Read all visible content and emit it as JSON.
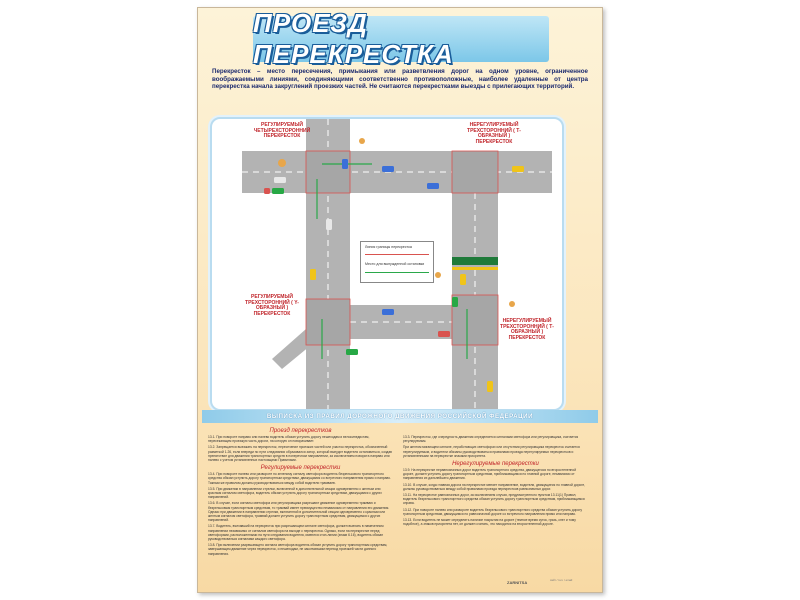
{
  "poster": {
    "title": "ПРОЕЗД ПЕРЕКРЕСТКА",
    "intro": "Перекресток – место пересечения, примыкания или разветвления дорог на одном уровне, ограниченное воображаемыми линиями, соединяющими соответственно противоположные, наиболее удаленные от центра перекрестка начала закруглений проезжих частей. Не считаются перекрестками выезды с прилегающих территорий.",
    "labels": {
      "regulated_four": "РЕГУЛИРУЕМЫЙ ЧЕТЫРЕХСТОРОННИЙ ПЕРЕКРЕСТОК",
      "unregulated_t": "НЕРЕГУЛИРУЕМЫЙ ТРЕХСТОРОННИЙ ( Т-ОБРАЗНЫЙ ) ПЕРЕКРЕСТОК",
      "regulated_y": "РЕГУЛИРУЕМЫЙ ТРЕХСТОРОННИЙ ( Y-ОБРАЗНЫЙ ) ПЕРЕКРЕСТОК",
      "unregulated_t2": "НЕРЕГУЛИРУЕМЫЙ ТРЕХСТОРОННИЙ ( Т-ОБРАЗНЫЙ ) ПЕРЕКРЕСТОК"
    },
    "legend": {
      "line1": "Линия границы перекрестка",
      "line2": "Место для вынужденной остановки"
    },
    "band": "ВЫПИСКА ИЗ ПРАВИЛ ДОРОЖНОГО ДВИЖЕНИЯ РОССИЙСКОЙ ФЕДЕРАЦИИ",
    "left_col": {
      "heading": "Проезд перекрестков",
      "p1": "13.1. При повороте направо или налево водитель обязан уступить дорогу пешеходам и велосипедистам, пересекающим проезжую часть дороги, на которую он поворачивает.",
      "p2": "13.2. Запрещается выезжать на перекресток, пересечение проезжих частей или участок перекрестка, обозначенный разметкой 1.26, если впереди по пути следования образовался затор, который вынудит водителя остановиться, создав препятствие для движения транспортных средств в поперечном направлении, за исключением поворота направо или налево с учетом установленных настоящими Правилами.",
      "heading2": "Регулируемые перекрестки",
      "p3": "13.4. При повороте налево или развороте по зеленому сигналу светофора водитель безрельсового транспортного средства обязан уступить дорогу транспортным средствам, движущимся со встречного направления прямо и направо. Такным же правилом должны руководствоваться между собой водители трамваев.",
      "p4": "13.5. При движении в направлении стрелки, включенной в дополнительной секции одновременно с желтым или красным сигналом светофора, водитель обязан уступить дорогу транспортным средствам, движущимся с других направлений.",
      "p5": "13.6. В случае, если сигналы светофора или регулировщика разрешают движение одновременно трамваю и безрельсовым транспортным средствам, то трамвай имеет преимущество независимо от направления его движения. Однако при движении в направлении стрелки, включенной в дополнительной секции одновременно с красным или желтым сигналом светофора, трамвай должен уступить дорогу транспортным средствам, движущимся с других направлений.",
      "p6": "13.7. Водитель, въехавший на перекресток при разрешающем сигнале светофора, должен выехать в намеченном направлении независимо от сигналов светофора на выходе с перекрестка. Однако, если на перекрестке перед светофорами, расположенными на пути следования водителя, имеются стоп-линии (знаки 6.16), водитель обязан руководствоваться сигналами каждого светофора.",
      "p7": "13.8. При включении разрешающего сигнала светофора водитель обязан уступить дорогу транспортным средствам, завершающим движение через перекресток, и пешеходам, не закончившим переход проезжей части данного направления."
    },
    "right_col": {
      "p1": "13.3. Перекресток, где очередность движения определяется сигналами светофора или регулировщика, считается регулируемым.",
      "p2": "При желтом мигающем сигнале, неработающих светофорах или отсутствии регулировщика перекресток считается нерегулируемым, и водители обязаны руководствоваться правилами проезда нерегулируемых перекрестков и установленными на перекрестке знаками приоритета.",
      "heading": "Нерегулируемые перекрестки",
      "p3": "13.9. На перекрестке неравнозначных дорог водитель транспортного средства, движущегося по второстепенной дороге, должен уступить дорогу транспортным средствам, приближающимся по главной дороге, независимо от направления их дальнейшего движения.",
      "p4": "13.10. В случае, когда главная дорога на перекрестке меняет направление, водители, движущиеся по главной дороге, должны руководствоваться между собой правилами проезда перекрестков равнозначных дорог.",
      "p5": "13.11. На перекрестке равнозначных дорог, за исключением случая, предусмотренного пунктом 13.11(1) Правил, водитель безрельсового транспортного средства обязан уступить дорогу транспортным средствам, приближающимся справа.",
      "p6": "13.12. При повороте налево или развороте водитель безрельсового транспортного средства обязан уступить дорогу транспортным средствам, движущимся по равнозначной дороге со встречного направления прямо или направо.",
      "p7": "13.13. Если водитель не может определить наличие покрытия на дороге (темное время суток, грязь, снег и тому подобное), а знаков приоритета нет, он должен считать, что находится на второстепенной дороге."
    },
    "brand": "ZARNITSA",
    "brand_small": "сайт / тел. / email"
  }
}
